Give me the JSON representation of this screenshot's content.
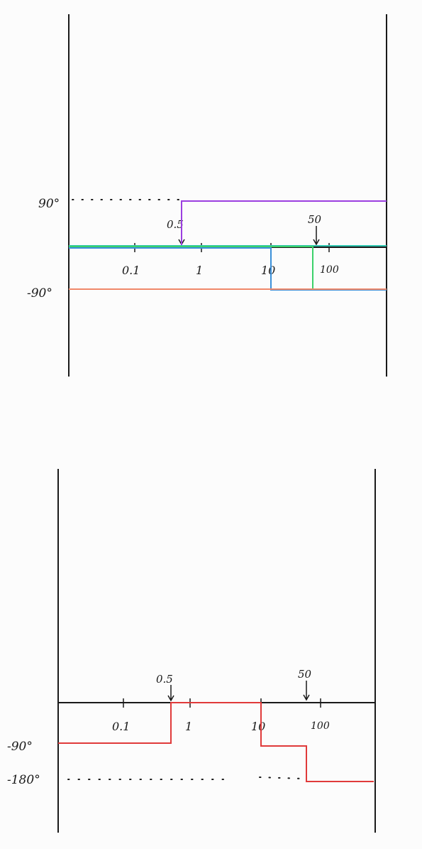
{
  "chart_data": [
    {
      "type": "line",
      "description_scale": "log",
      "x_ticks": [
        "0.1",
        "1",
        "10",
        "100"
      ],
      "y_ticks": [
        "90°",
        "-90°"
      ],
      "annotations": [
        "0.5",
        "50"
      ],
      "colors": {
        "axis": "#1a1a1a",
        "purple": "#9b3fe0",
        "cyan": "#2ec7b0",
        "blue": "#3a8fd9",
        "green": "#3bd16a",
        "orange": "#f0886a"
      },
      "series": [
        {
          "color_key": "purple",
          "x": [
            0.01,
            0.5,
            0.5,
            1000
          ],
          "y": [
            0,
            0,
            90,
            90
          ]
        },
        {
          "color_key": "cyan",
          "x": [
            0.01,
            1000
          ],
          "y": [
            0,
            0
          ]
        },
        {
          "color_key": "blue",
          "x": [
            0.01,
            10,
            10,
            1000
          ],
          "y": [
            0,
            0,
            -90,
            -90
          ]
        },
        {
          "color_key": "green",
          "x": [
            0.01,
            50,
            50,
            1000
          ],
          "y": [
            0,
            0,
            -90,
            -90
          ]
        },
        {
          "color_key": "orange",
          "x": [
            0.01,
            1000
          ],
          "y": [
            -90,
            -90
          ]
        }
      ]
    },
    {
      "type": "line",
      "description_scale": "log",
      "x_ticks": [
        "0.1",
        "1",
        "10",
        "100"
      ],
      "y_ticks": [
        "-90°",
        "-180°"
      ],
      "annotations": [
        "0.5",
        "50"
      ],
      "colors": {
        "axis": "#1a1a1a",
        "red": "#e03a3a"
      },
      "series": [
        {
          "color_key": "red",
          "x": [
            0.01,
            0.5,
            0.5,
            10,
            10,
            50,
            50,
            1000
          ],
          "y": [
            -90,
            -90,
            0,
            0,
            -90,
            -90,
            -180,
            -180
          ]
        }
      ]
    }
  ]
}
